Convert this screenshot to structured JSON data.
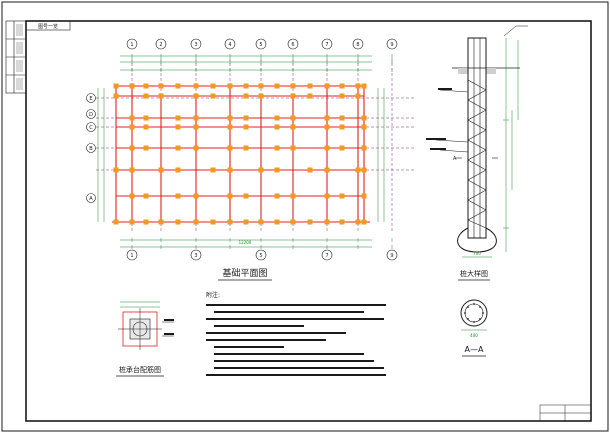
{
  "drawing": {
    "sheet_tag": "图号一览",
    "plan_title": "基础平面图",
    "pile_detail_title": "桩大样图",
    "section_title": "A—A",
    "cap_title": "桩承台配筋图",
    "notes_title": "附注:",
    "columns_top": [
      "1",
      "2",
      "3",
      "4",
      "5",
      "6",
      "7",
      "8",
      "9"
    ],
    "rows_left": [
      "E",
      "D",
      "C",
      "B",
      "A"
    ],
    "columns_bottom": [
      "1",
      "3",
      "5",
      "7",
      "9"
    ],
    "plan_note": "12200",
    "section_cut": "A",
    "section_dim": "400",
    "pile_dim": "700",
    "colors": {
      "background": "#ffffff",
      "frame": "#1a1a1a",
      "axis": "#7a2e8e",
      "beam": "#e02020",
      "pile": "#f39a1c",
      "dimension": "#1d8a2e",
      "text": "#1a1a1a"
    }
  }
}
